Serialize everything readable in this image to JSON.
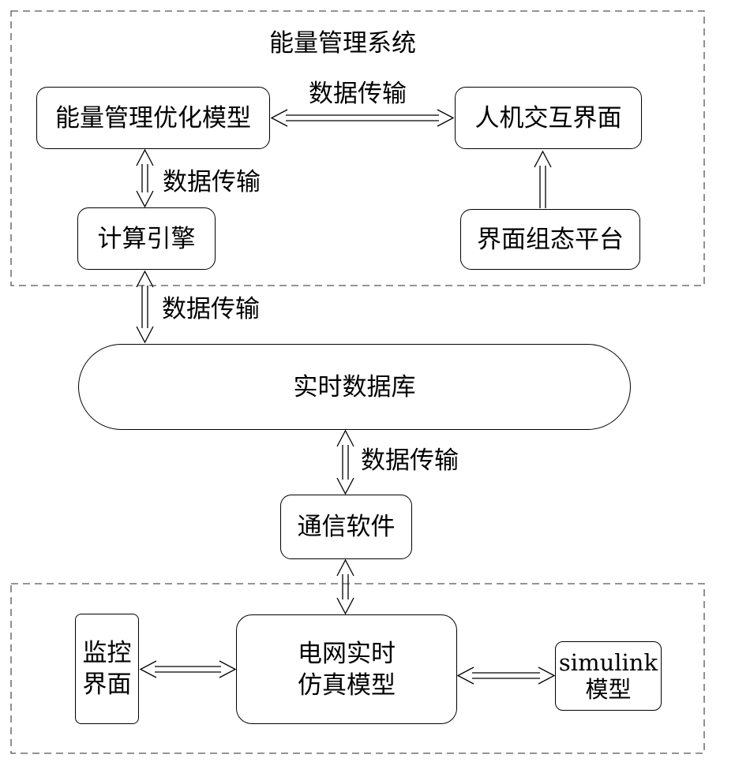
{
  "groups": {
    "ems": {
      "title": "能量管理系统"
    }
  },
  "nodes": {
    "optimization_model": "能量管理优化模型",
    "hmi": "人机交互界面",
    "compute_engine": "计算引擎",
    "ui_config_platform": "界面组态平台",
    "realtime_db": "实时数据库",
    "comm_software": "通信软件",
    "monitor_ui": {
      "line1": "监控",
      "line2": "界面"
    },
    "grid_sim_model": {
      "line1": "电网实时",
      "line2": "仿真模型"
    },
    "simulink_model": {
      "line1": "simulink",
      "line2": "模型"
    }
  },
  "edge_labels": {
    "opt_hmi": "数据传输",
    "opt_engine": "数据传输",
    "engine_db": "数据传输",
    "db_comm": "数据传输"
  }
}
